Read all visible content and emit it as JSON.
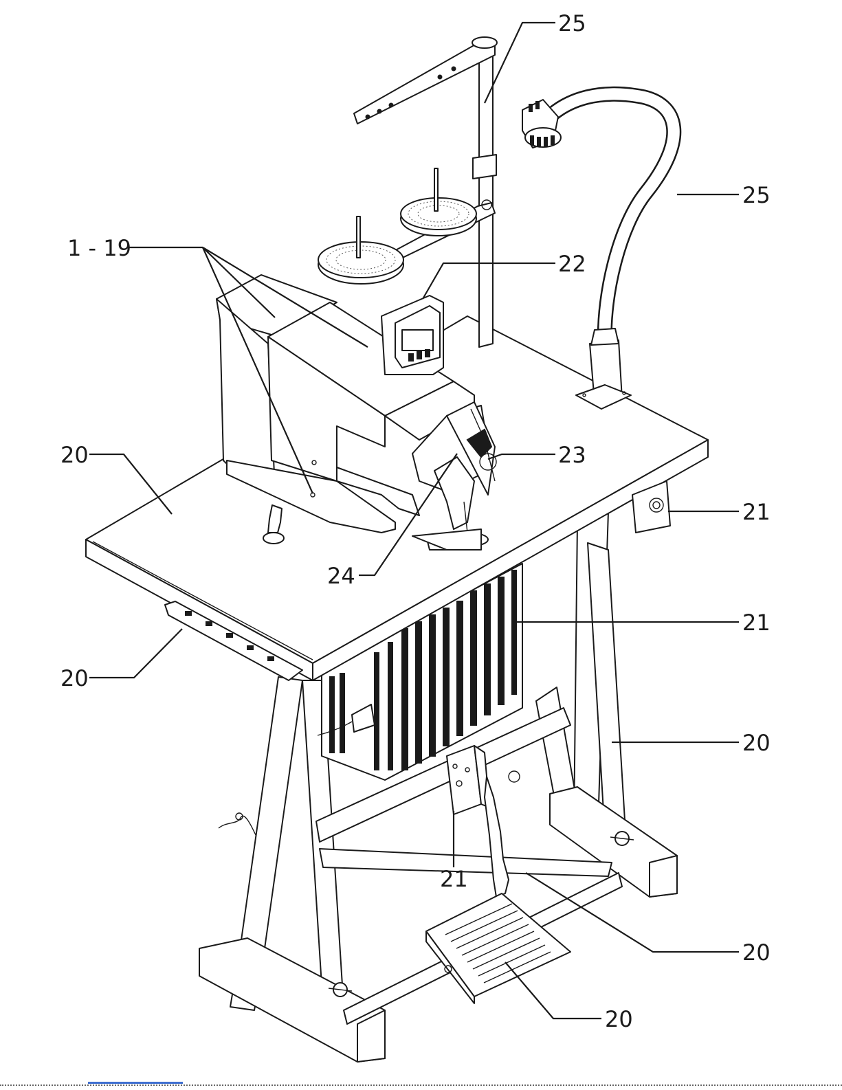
{
  "labels": {
    "l25_top": "25",
    "l25_right": "25",
    "l1_19": "1 - 19",
    "l22": "22",
    "l20_top": "20",
    "l23": "23",
    "l21_top": "21",
    "l24": "24",
    "l21_mid": "21",
    "l20_left": "20",
    "l20_right": "20",
    "l21_bottom": "21",
    "l20_lower": "20",
    "l20_bottom": "20"
  },
  "colors": {
    "line": "#1a1a1a",
    "background": "#ffffff",
    "link": "#3f6fd0"
  }
}
